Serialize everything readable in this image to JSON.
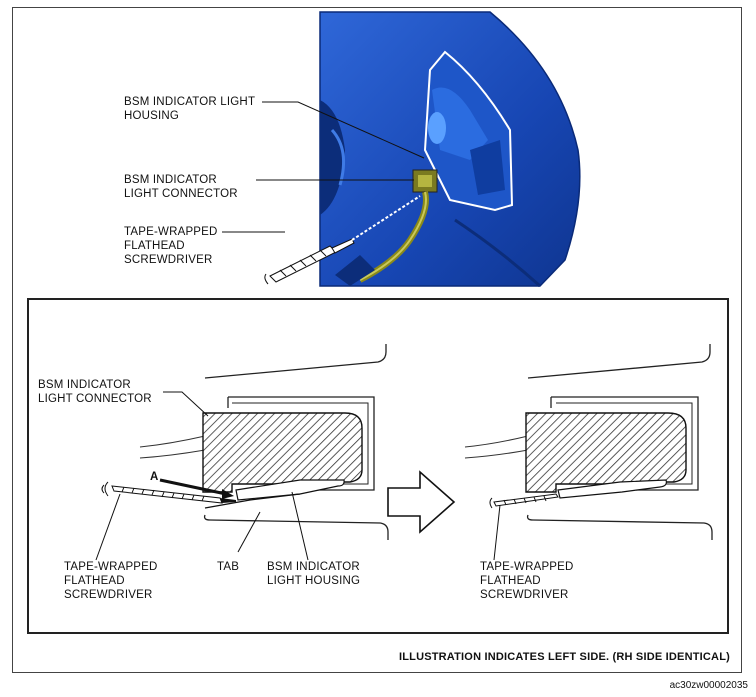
{
  "top": {
    "housing_label": "BSM INDICATOR LIGHT\nHOUSING",
    "connector_label": "BSM INDICATOR\nLIGHT CONNECTOR",
    "screwdriver_label": "TAPE-WRAPPED\nFLATHEAD\nSCREWDRIVER"
  },
  "bottom": {
    "connector_label": "BSM INDICATOR\nLIGHT CONNECTOR",
    "arrow_label": "A",
    "left_screwdriver_label": "TAPE-WRAPPED\nFLATHEAD\nSCREWDRIVER",
    "tab_label": "TAB",
    "housing_label": "BSM INDICATOR\nLIGHT HOUSING",
    "right_screwdriver_label": "TAPE-WRAPPED\nFLATHEAD\nSCREWDRIVER"
  },
  "caption": "ILLUSTRATION INDICATES LEFT SIDE. (RH SIDE IDENTICAL)",
  "code": "ac30zw00002035",
  "colors": {
    "body_blue": "#1a4fc0",
    "harness_olive": "#8a8a1a"
  }
}
